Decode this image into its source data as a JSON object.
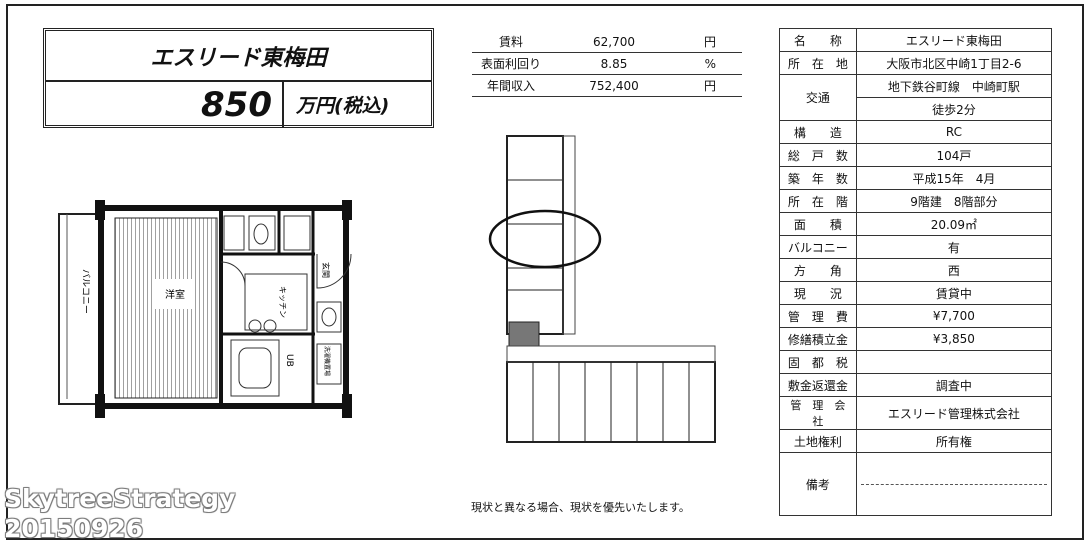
{
  "header": {
    "property_name": "エスリード東梅田",
    "price": "850",
    "price_unit": "万円(税込)"
  },
  "finance": [
    {
      "label": "賃料",
      "value": "62,700",
      "unit": "円"
    },
    {
      "label": "表面利回り",
      "value": "8.85",
      "unit": "%"
    },
    {
      "label": "年間収入",
      "value": "752,400",
      "unit": "円"
    }
  ],
  "specs": {
    "name_label": "名　　称",
    "name": "エスリード東梅田",
    "address_label": "所　在　地",
    "address": "大阪市北区中崎1丁目2-6",
    "transport_label": "交通",
    "transport_line": "地下鉄谷町線　中崎町駅",
    "transport_walk": "徒歩2分",
    "rows": [
      {
        "label": "構　　造",
        "value": "RC"
      },
      {
        "label": "総　戸　数",
        "value": "104戸"
      },
      {
        "label": "築　年　数",
        "value": "平成15年　4月"
      },
      {
        "label": "所　在　階",
        "value": "9階建　8階部分"
      },
      {
        "label": "面　　積",
        "value": "20.09㎡"
      },
      {
        "label": "バルコニー",
        "value": "有"
      },
      {
        "label": "方　　角",
        "value": "西"
      },
      {
        "label": "現　　況",
        "value": "賃貸中"
      },
      {
        "label": "管　理　費",
        "value": "¥7,700"
      },
      {
        "label": "修繕積立金",
        "value": "¥3,850"
      },
      {
        "label": "固　都　税",
        "value": ""
      },
      {
        "label": "敷金返還金",
        "value": "調査中"
      },
      {
        "label": "管　理　会　社",
        "value": "エスリード管理株式会社"
      },
      {
        "label": "土地権利",
        "value": "所有権"
      }
    ],
    "remarks_label": "備考"
  },
  "floor_plan": {
    "balcony": "バルコニー",
    "room": "洋室",
    "kitchen": "キッチン",
    "entrance": "玄関",
    "bath": "UB",
    "wash": "洗濯機置場"
  },
  "note": "現状と異なる場合、現状を優先いたします。",
  "watermark": {
    "line1": "SkytreeStrategy",
    "line2": "20150926"
  }
}
